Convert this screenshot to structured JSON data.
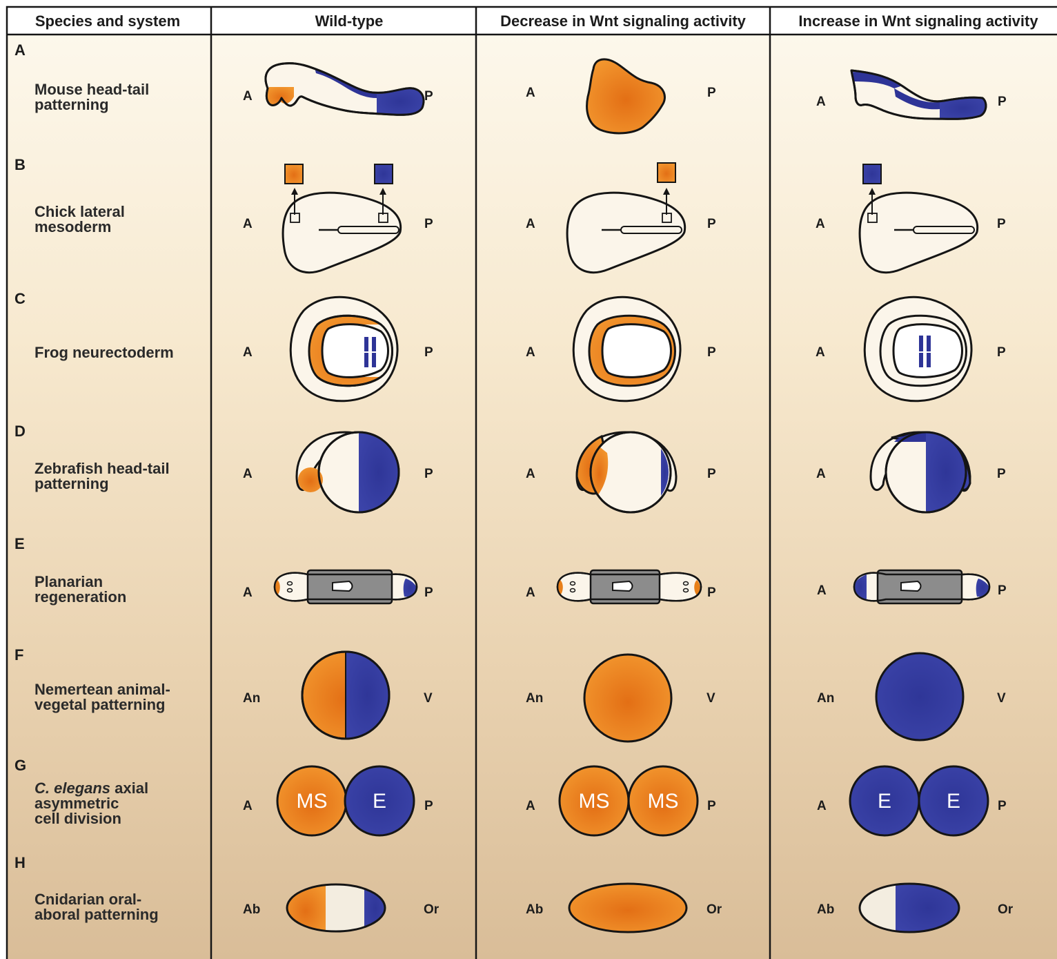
{
  "headers": [
    "Species and system",
    "Wild-type",
    "Decrease in Wnt signaling activity",
    "Increase in Wnt signaling activity"
  ],
  "rows": [
    {
      "letter": "A",
      "name_lines": [
        "Mouse head-tail",
        "patterning"
      ],
      "axis": [
        "A",
        "P"
      ]
    },
    {
      "letter": "B",
      "name_lines": [
        "Chick lateral",
        "mesoderm"
      ],
      "axis": [
        "A",
        "P"
      ]
    },
    {
      "letter": "C",
      "name_lines": [
        "Frog neurectoderm"
      ],
      "axis": [
        "A",
        "P"
      ]
    },
    {
      "letter": "D",
      "name_lines": [
        "Zebrafish head-tail",
        "patterning"
      ],
      "axis": [
        "A",
        "P"
      ]
    },
    {
      "letter": "E",
      "name_lines": [
        "Planarian",
        "regeneration"
      ],
      "axis": [
        "A",
        "P"
      ]
    },
    {
      "letter": "F",
      "name_lines": [
        "Nemertean animal-",
        "vegetal patterning"
      ],
      "axis": [
        "An",
        "V"
      ]
    },
    {
      "letter": "G",
      "name_lines": [
        "C. elegans axial",
        "asymmetric",
        "cell division"
      ],
      "italic_prefix": "C. elegans",
      "axis": [
        "A",
        "P"
      ]
    },
    {
      "letter": "H",
      "name_lines": [
        "Cnidarian oral-",
        "aboral patterning"
      ],
      "axis": [
        "Ab",
        "Or"
      ]
    }
  ],
  "cell_labels": {
    "ms": "MS",
    "e": "E"
  },
  "colors": {
    "orange": "#e8801a",
    "blue": "#2e3497",
    "tissue": "#fbf5ea",
    "gray": "#8c8c8c",
    "outline": "#151515",
    "bg_top": "#fdf8ea",
    "bg_bottom": "#dcc09a"
  }
}
